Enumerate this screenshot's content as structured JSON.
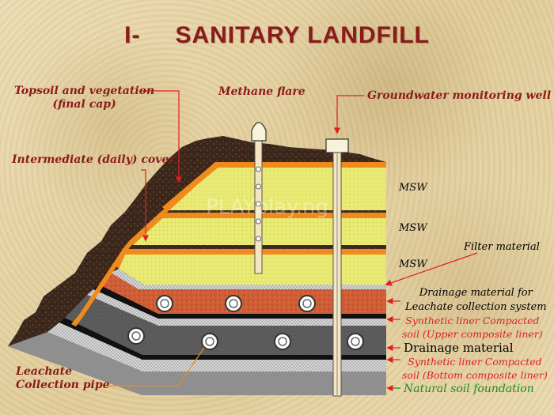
{
  "title": {
    "number": "I-",
    "text": "SANITARY LANDFILL"
  },
  "left_labels": {
    "topsoil": [
      "Topsoil and vegetation",
      "(final cap)"
    ],
    "intermediate_cover": "Intermediate (daily) cover",
    "leachate_pipe": [
      "Leachate",
      "Collection pipe"
    ]
  },
  "top_labels": {
    "methane_flare": "Methane flare",
    "monitoring_well": "Groundwater monitoring well"
  },
  "right_labels": {
    "msw_1": "MSW",
    "msw_2": "MSW",
    "msw_3": "MSW",
    "filter_material": "Filter material",
    "drainage_leachate": [
      "Drainage material for",
      "Leachate collection system"
    ],
    "upper_liner": [
      "Synthetic liner Compacted",
      "soil (Upper composite liner)"
    ],
    "drainage_material": "Drainage material",
    "bottom_liner": [
      "Synthetic liner Compacted",
      "soil (Bottom composite liner)"
    ],
    "natural_soil": "Natural soil foundation"
  },
  "watermark": "PLAYplay.ng",
  "colors": {
    "title": "#8b1a1a",
    "msw_fill": "#e8e870",
    "orange_cover": "#f08a1c",
    "drainage_red": "#c8502e",
    "drainage_dark": "#555555",
    "earth": "#3e2a1e",
    "arrow": "#e02020",
    "natural_soil": "#1f8a1f"
  }
}
